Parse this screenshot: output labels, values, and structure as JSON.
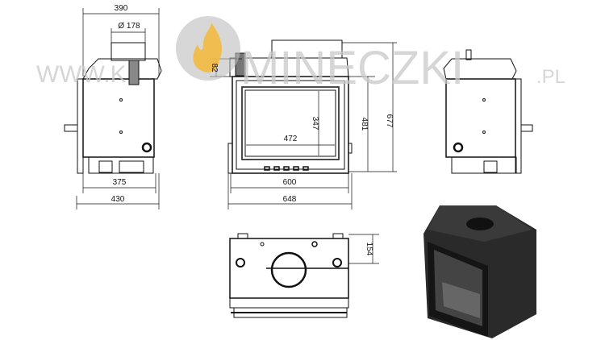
{
  "watermark": {
    "prefix": "WWW.K",
    "suffix": "MINECZKI",
    "tld": ".PL",
    "logo_flame_color": "#f5b83a",
    "logo_circle_color": "#bdbdbd"
  },
  "dimensions": {
    "side_depth_top": "390",
    "flue_diameter": "Ø 178",
    "side_depth_body": "375",
    "side_depth_total": "430",
    "top_offset": "82",
    "glass_width": "472",
    "glass_height": "347",
    "front_height": "481",
    "total_height": "677",
    "front_width": "600",
    "total_width": "648",
    "top_flue_offset": "154"
  }
}
